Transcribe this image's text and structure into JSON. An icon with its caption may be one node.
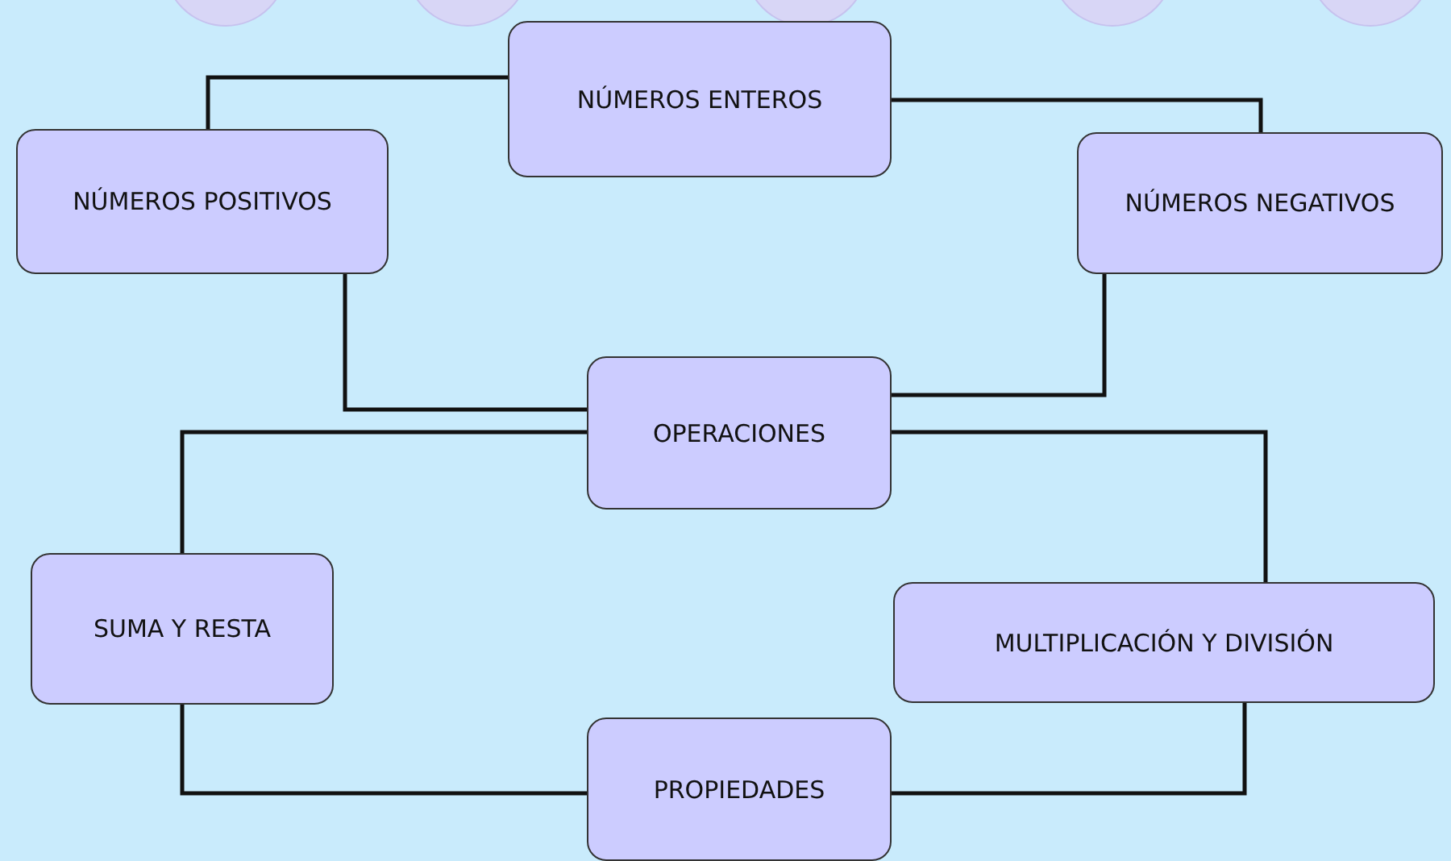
{
  "diagram": {
    "nodes": [
      {
        "text": [
          "NÚMEROS ENTEROS"
        ]
      },
      {
        "text": [
          "NÚMEROS POSITIVOS"
        ]
      },
      {
        "text": [
          "NÚMEROS NEGATIVOS"
        ]
      },
      {
        "text": [
          "OPERACIONES"
        ]
      },
      {
        "text": [
          "SUMA Y RESTA"
        ]
      },
      {
        "text": [
          "MULTIPLICACIÓN Y DIVISIÓN"
        ]
      },
      {
        "text": [
          "PROPIEDADES"
        ]
      }
    ],
    "edges": [
      {
        "from": 0,
        "to": 1,
        "arrow": "none"
      },
      {
        "from": 0,
        "to": 2,
        "arrow": "none"
      },
      {
        "from": 1,
        "to": 3,
        "arrow": "none"
      },
      {
        "from": 2,
        "to": 3,
        "arrow": "none"
      },
      {
        "from": 3,
        "to": 4,
        "arrow": "none"
      },
      {
        "from": 3,
        "to": 5,
        "arrow": "none"
      },
      {
        "from": 4,
        "to": 6,
        "arrow": "none"
      },
      {
        "from": 5,
        "to": 6,
        "arrow": "none"
      }
    ]
  }
}
